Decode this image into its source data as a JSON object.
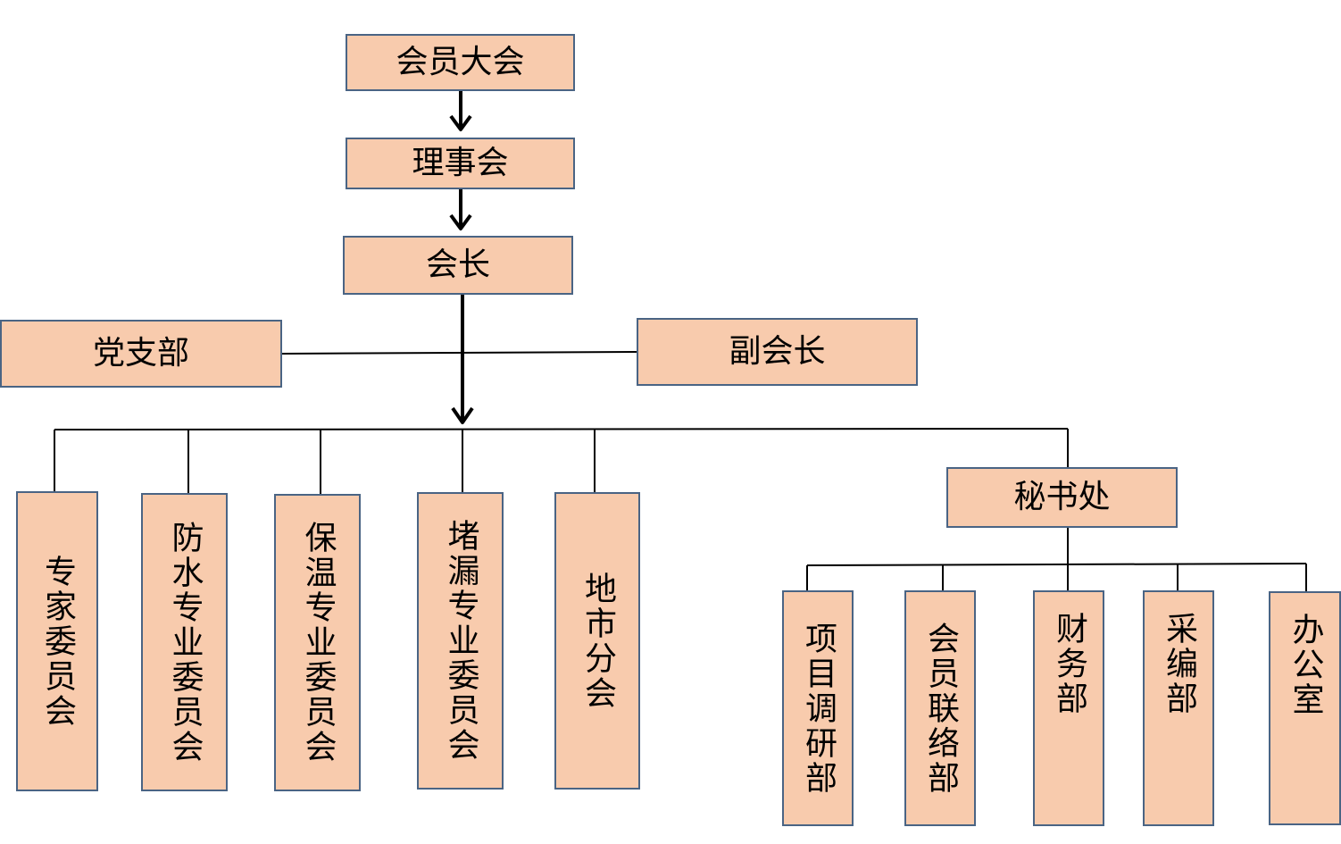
{
  "nodes": {
    "assembly": "会员大会",
    "council": "理事会",
    "president": "会长",
    "party_branch": "党支部",
    "vice_president": "副会长",
    "committees": [
      "专家委员会",
      "防水专业委员会",
      "保温专业委员会",
      "堵漏专业委员会",
      "地市分会"
    ],
    "secretariat": "秘书处",
    "departments": [
      "项目调研部",
      "会员联络部",
      "财务部",
      "采编部",
      "办公室"
    ]
  },
  "colors": {
    "box_fill": "#f8cbad",
    "box_border": "#4a6484",
    "line": "#000000"
  }
}
